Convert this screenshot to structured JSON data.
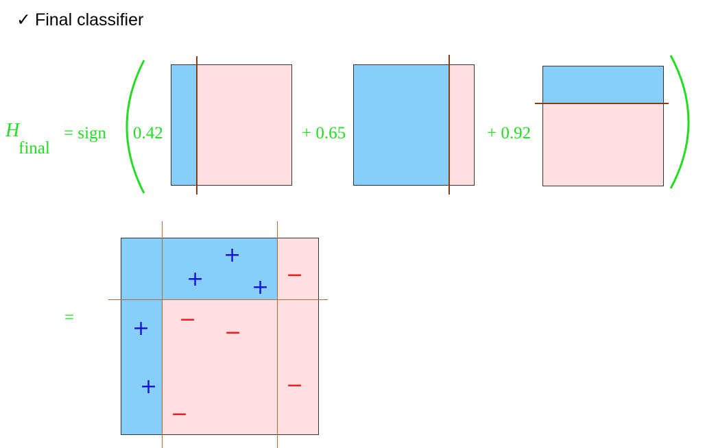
{
  "heading": {
    "check_icon": "check-icon",
    "check_glyph": "✓",
    "text": "Final classifier"
  },
  "equation": {
    "h_symbol": "H",
    "h_subscript": "final",
    "equals_sign": "= sign",
    "terms": [
      {
        "coefficient": "0.42"
      },
      {
        "coefficient": "+ 0.65"
      },
      {
        "coefficient": "+ 0.92"
      }
    ],
    "result_equals": "="
  },
  "points": [
    {
      "sign": "+"
    },
    {
      "sign": "+"
    },
    {
      "sign": "+"
    },
    {
      "sign": "+"
    },
    {
      "sign": "+"
    },
    {
      "sign": "−"
    },
    {
      "sign": "−"
    },
    {
      "sign": "−"
    },
    {
      "sign": "−"
    },
    {
      "sign": "−"
    }
  ],
  "colors": {
    "equation_green": "#22dd22",
    "region_positive": "#87cefa",
    "region_negative": "#ffdfe1",
    "decision_line": "#8b3a0f",
    "plus": "#1515d6",
    "minus": "#ff1a1a"
  }
}
